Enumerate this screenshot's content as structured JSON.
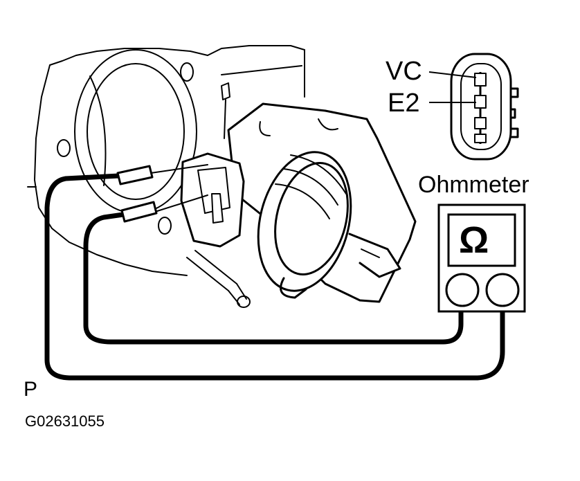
{
  "labels": {
    "vc": "VC",
    "e2": "E2",
    "instrument": "Ohmmeter",
    "ohm_symbol": "Ω",
    "view_letter": "P",
    "figure_code": "G02631055"
  }
}
